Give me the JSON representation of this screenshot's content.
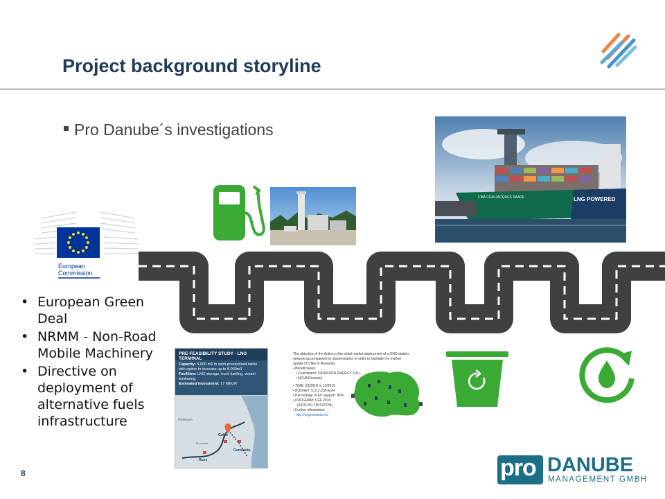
{
  "slide": {
    "title": "Project background storyline",
    "subtitle_bullet": "Pro Danube´s investigations",
    "page_number": "8"
  },
  "left_list": [
    "European Green Deal",
    "NRMM - Non-Road Mobile Machinery",
    "Directive on deployment of alternative fuels infrastructure"
  ],
  "eu_logo": {
    "line1": "European",
    "line2": "Commission"
  },
  "study_card": {
    "heading": "PRE-FEASIBILITY STUDY - LNG TERMINAL",
    "capacity_label": "Capacity:",
    "capacity_text": "4,000 m3 in semi-pressurised tanks with option to increase up to 8,000m3",
    "facilities_label": "Facilities:",
    "facilities_text": "LNG storage, truck fuelling, vessel bunkering",
    "investment_label": "Estimated investment:",
    "investment_text": "17 MEUR",
    "map_labels": [
      "Galati",
      "Constanta",
      "Ruse",
      "ROMANIA",
      "Bucuresti"
    ]
  },
  "cng_card": {
    "intro": "The objective of the Action is the initial market deployment of a CNG station network accompanied by dissemination in order to facilitate the market uptake of CNG in Romania.",
    "beneficiaries_label": "• Beneficiaries:",
    "coordinator": "• Coordinator: DENISSON ENERGY S.R.L",
    "partner": "• NGVA Romania",
    "time": "• TIME: 03/2018 to 12/2019",
    "budget": "• BUDGET: 5,212,238 EUR",
    "support": "• Percentage of EU support: 85%",
    "program": "• PROGRAM: CEF 2015",
    "program_id": "(2015-RO-TM-0373-M)",
    "further": "• Further information:",
    "link": "http://cngromania.eu/"
  },
  "ship_photo": {
    "hull_text_1": "CMA CGM JACQUES SAADE",
    "hull_text_2": "LNG POWERED"
  },
  "logo": {
    "pro": "pro",
    "danube": "DANUBE",
    "management": "MANAGEMENT GMBH"
  },
  "colors": {
    "title": "#1f3b57",
    "road": "#404040",
    "green_icon": "#3aaa35",
    "eu_blue": "#003399",
    "brand_teal": "#1d6f88"
  },
  "icons": {
    "fuel": "fuel-pump-icon",
    "bin": "recycle-bin-icon",
    "recycle": "water-recycle-icon",
    "corner": "brand-stripes-icon"
  }
}
